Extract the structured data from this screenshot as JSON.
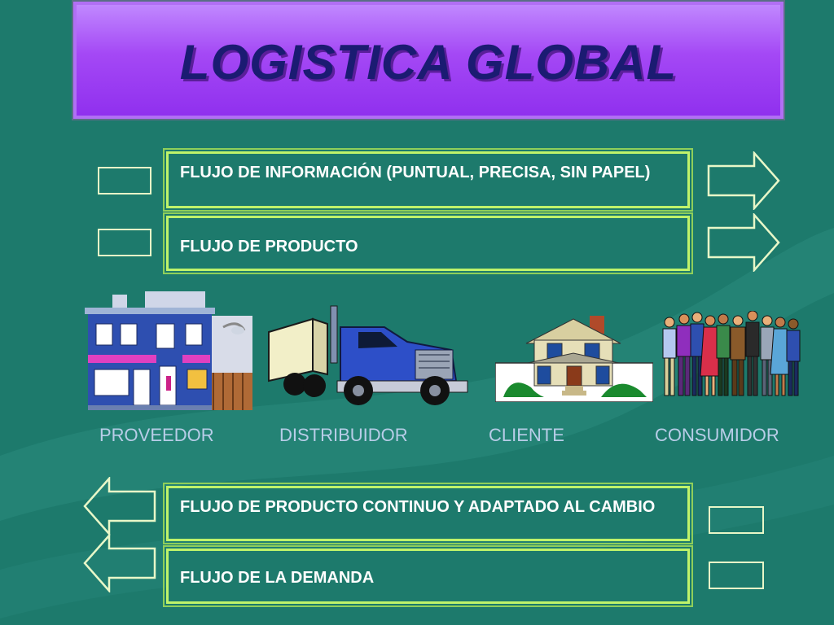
{
  "title": "LOGISTICA GLOBAL",
  "flows_top": [
    {
      "text": "FLUJO DE INFORMACIÓN (PUNTUAL, PRECISA, SIN PAPEL)"
    },
    {
      "text": "FLUJO DE PRODUCTO"
    }
  ],
  "flows_bottom": [
    {
      "text": "FLUJO DE PRODUCTO CONTINUO Y ADAPTADO AL CAMBIO"
    },
    {
      "text": "FLUJO DE LA DEMANDA"
    }
  ],
  "actors": [
    {
      "label": "PROVEEDOR",
      "icon": "store-building-icon"
    },
    {
      "label": "DISTRIBUIDOR",
      "icon": "truck-icon"
    },
    {
      "label": "CLIENTE",
      "icon": "house-icon"
    },
    {
      "label": "CONSUMIDOR",
      "icon": "people-group-icon"
    }
  ],
  "colors": {
    "background": "#1d7a6c",
    "title_box": "#a448f5",
    "title_text": "#1b1b72",
    "box_border": "#bff36a",
    "label": "#b8cde8"
  }
}
